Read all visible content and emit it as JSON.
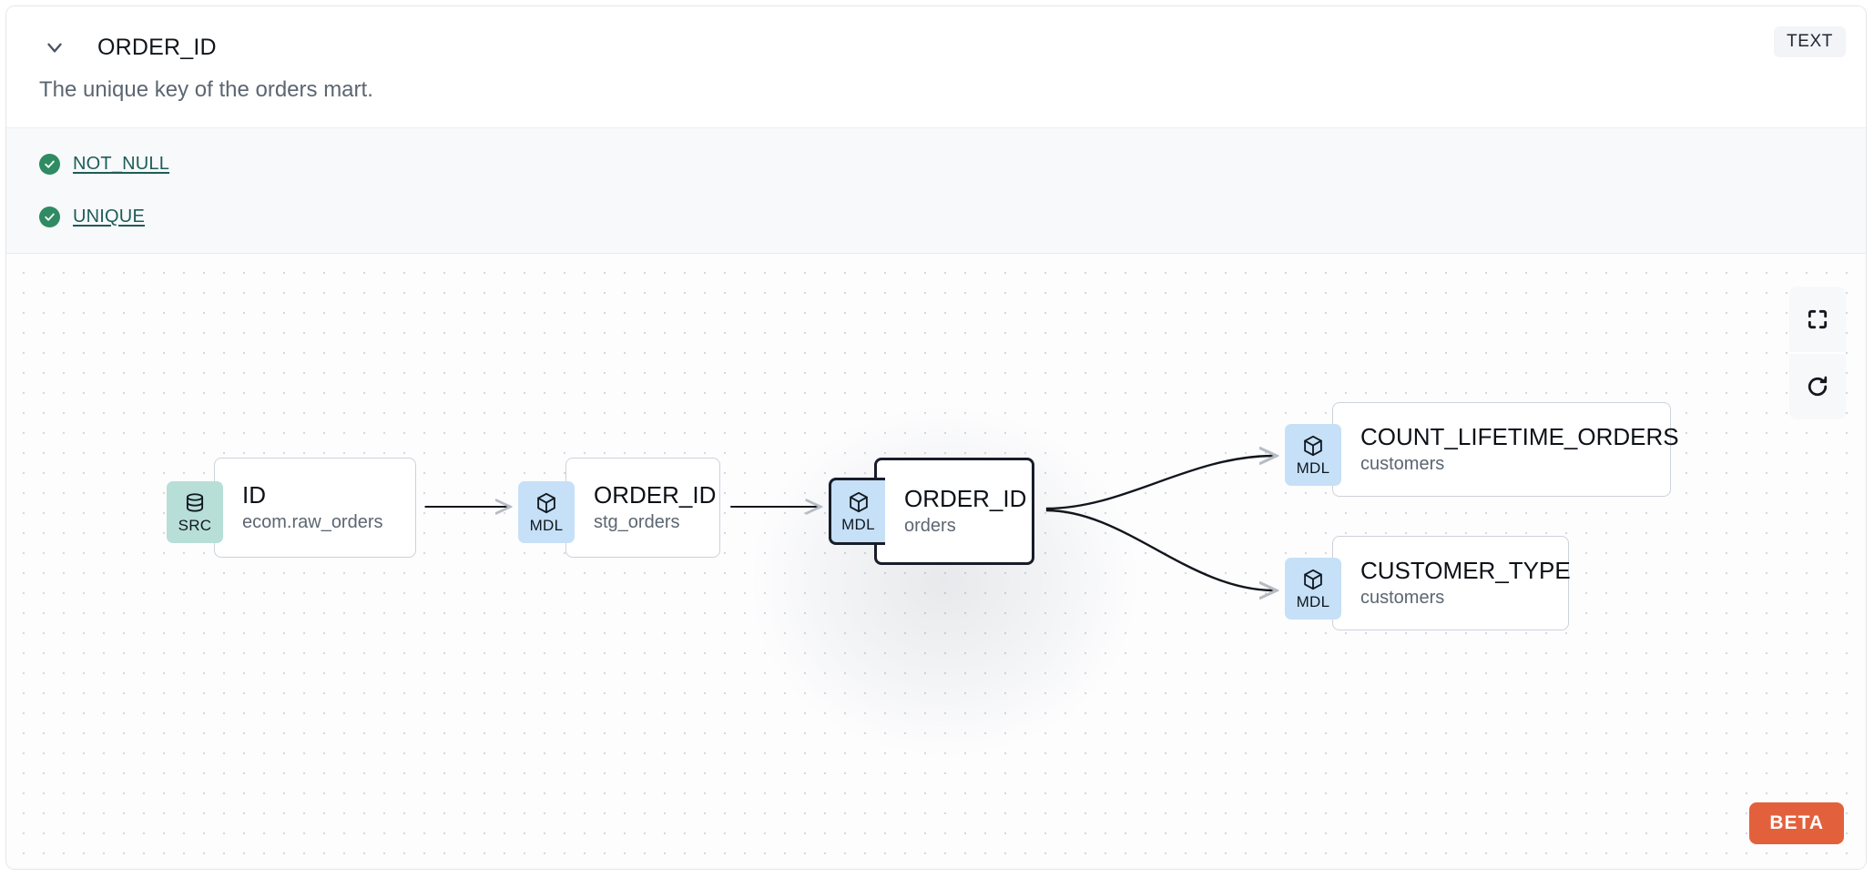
{
  "header": {
    "collapse_icon": "chevron-down-icon",
    "title": "ORDER_ID",
    "type_badge": "TEXT",
    "description": "The unique key of the orders mart."
  },
  "tests": {
    "items": [
      {
        "icon": "check-circle-icon",
        "label": "NOT_NULL",
        "status": "passed"
      },
      {
        "icon": "check-circle-icon",
        "label": "UNIQUE",
        "status": "passed"
      }
    ]
  },
  "lineage": {
    "nodes": [
      {
        "id": "src",
        "tag": "SRC",
        "tag_icon": "database-icon",
        "name": "ID",
        "subtitle": "ecom.raw_orders",
        "selected": false
      },
      {
        "id": "stg",
        "tag": "MDL",
        "tag_icon": "cube-icon",
        "name": "ORDER_ID",
        "subtitle": "stg_orders",
        "selected": false
      },
      {
        "id": "orders",
        "tag": "MDL",
        "tag_icon": "cube-icon",
        "name": "ORDER_ID",
        "subtitle": "orders",
        "selected": true
      },
      {
        "id": "clo",
        "tag": "MDL",
        "tag_icon": "cube-icon",
        "name": "COUNT_LIFETIME_ORDERS",
        "subtitle": "customers",
        "selected": false
      },
      {
        "id": "ctype",
        "tag": "MDL",
        "tag_icon": "cube-icon",
        "name": "CUSTOMER_TYPE",
        "subtitle": "customers",
        "selected": false
      }
    ],
    "edges": [
      {
        "from": "src",
        "to": "stg"
      },
      {
        "from": "stg",
        "to": "orders"
      },
      {
        "from": "orders",
        "to": "clo"
      },
      {
        "from": "orders",
        "to": "ctype"
      }
    ],
    "controls": [
      {
        "icon": "fit-view-icon",
        "name": "fit-view-button"
      },
      {
        "icon": "refresh-icon",
        "name": "refresh-button"
      }
    ],
    "beta_badge": "BETA"
  },
  "colors": {
    "src_tag_bg": "#b8ded8",
    "mdl_tag_bg": "#c6e0f7",
    "test_pass": "#2e8b62",
    "test_link": "#1d5c59",
    "beta_badge_bg": "#e2613c",
    "selected_border": "#171d29"
  }
}
